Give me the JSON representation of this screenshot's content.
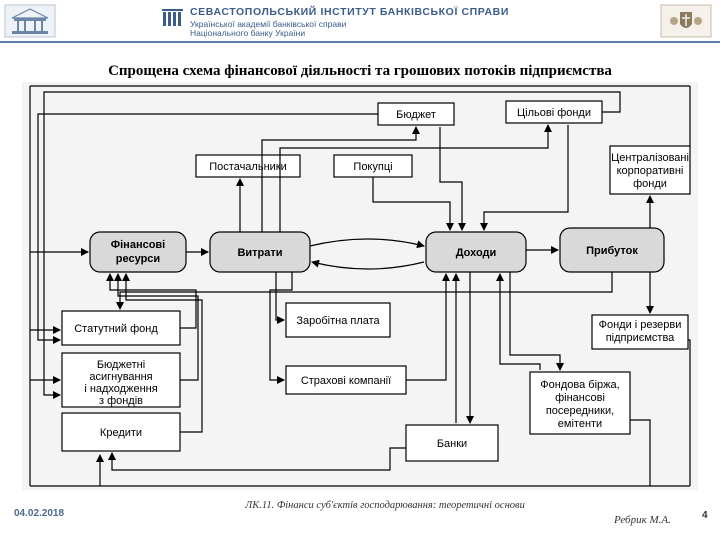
{
  "header": {
    "institute_name": "СЕВАСТОПОЛЬСЬКИЙ ІНСТИТУТ БАНКІВСЬКОЇ СПРАВИ",
    "institute_sub1": "Української академії банківської справи",
    "institute_sub2": "Національного банку України",
    "left_logo": "building-emblem-icon",
    "right_logo": "coat-of-arms-icon"
  },
  "title": "Спрощена схема фінансової діяльності та грошових потоків підприємства",
  "nodes": {
    "budget": "Бюджет",
    "target_funds": "Цільові фонди",
    "suppliers": "Постачальники",
    "buyers": "Покупці",
    "centralized_funds": [
      "Централізовані",
      "корпоративні",
      "фонди"
    ],
    "financial_resources": [
      "Фінансові",
      "ресурси"
    ],
    "expenses": "Витрати",
    "income": "Доходи",
    "profit": "Прибуток",
    "statutory_fund": "Статутний фонд",
    "wages": "Заробітна плата",
    "funds_reserves": [
      "Фонди і резерви",
      "підприємства"
    ],
    "budget_allocations": [
      "Бюджетні",
      "асигнування",
      "і надходження",
      "з фондів"
    ],
    "insurance": "Страхові компанії",
    "stock_exchange": [
      "Фондова біржа,",
      "фінансові",
      "посередники,",
      "емітенти"
    ],
    "credits": "Кредити",
    "banks": "Банки"
  },
  "footer": {
    "date": "04.02.2018",
    "lecture": "ЛК.11. Фінанси суб'єктів господарювання: теоретичні основи",
    "author": "Ребрик М.А.",
    "page": "4"
  },
  "colors": {
    "accent": "#3a5d8a",
    "rounded_fill": "#d9d9d9",
    "box_fill": "#ffffff"
  }
}
